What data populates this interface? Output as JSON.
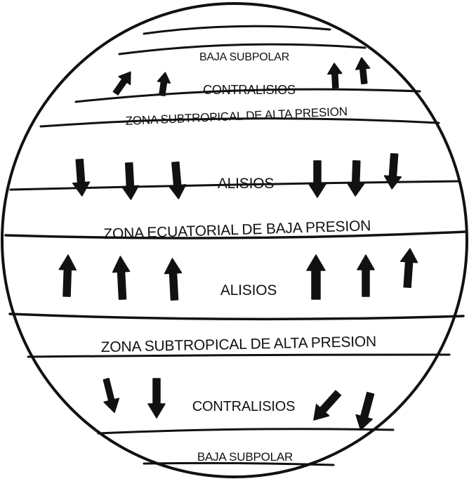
{
  "diagram": {
    "bands": {
      "top_subpolar": "BAJA SUBPOLAR",
      "top_westerlies": "CONTRALISIOS",
      "top_subtropical": "ZONA SUBTROPICAL DE ALTA PRESION",
      "north_trades": "ALISIOS",
      "equatorial": "ZONA ECUATORIAL DE BAJA PRESION",
      "south_trades": "ALISIOS",
      "bottom_subtropical": "ZONA SUBTROPICAL DE ALTA PRESION",
      "bottom_westerlies": "CONTRALISIOS",
      "bottom_subpolar": "BAJA SUBPOLAR"
    },
    "arrow_directions": {
      "top_westerlies": "up",
      "north_trades": "down",
      "south_trades": "up",
      "bottom_westerlies": "down"
    },
    "colors": {
      "ink": "#111111",
      "background": "#ffffff"
    }
  }
}
